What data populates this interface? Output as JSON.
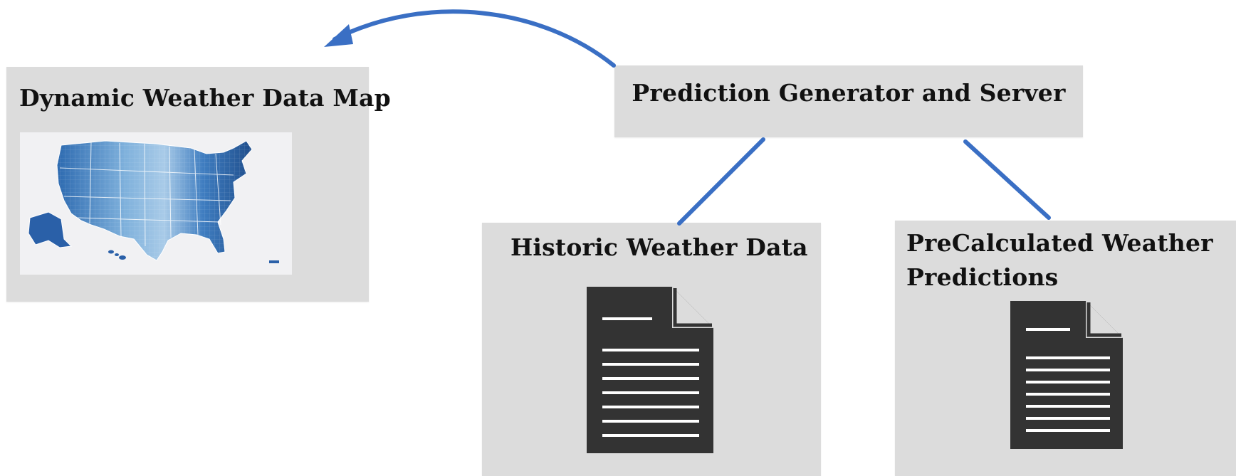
{
  "diagram": {
    "nodes": {
      "map": {
        "title": "Dynamic Weather Data Map",
        "icon": "us-choropleth-map-icon"
      },
      "prediction": {
        "title": "Prediction Generator and Server"
      },
      "historic": {
        "title": "Historic Weather Data",
        "icon": "document-icon"
      },
      "precalculated": {
        "title": "PreCalculated Weather Predictions",
        "icon": "document-icon"
      }
    },
    "edges": [
      {
        "from": "prediction",
        "to": "map",
        "style": "curved-arrow"
      },
      {
        "from": "prediction",
        "to": "historic",
        "style": "line"
      },
      {
        "from": "prediction",
        "to": "precalculated",
        "style": "line"
      }
    ],
    "colors": {
      "connector": "#3a6fc4",
      "box_fill": "#dcdcdc",
      "document_icon": "#333333",
      "map_light": "#c6dbef",
      "map_dark": "#1f4e8c"
    }
  }
}
